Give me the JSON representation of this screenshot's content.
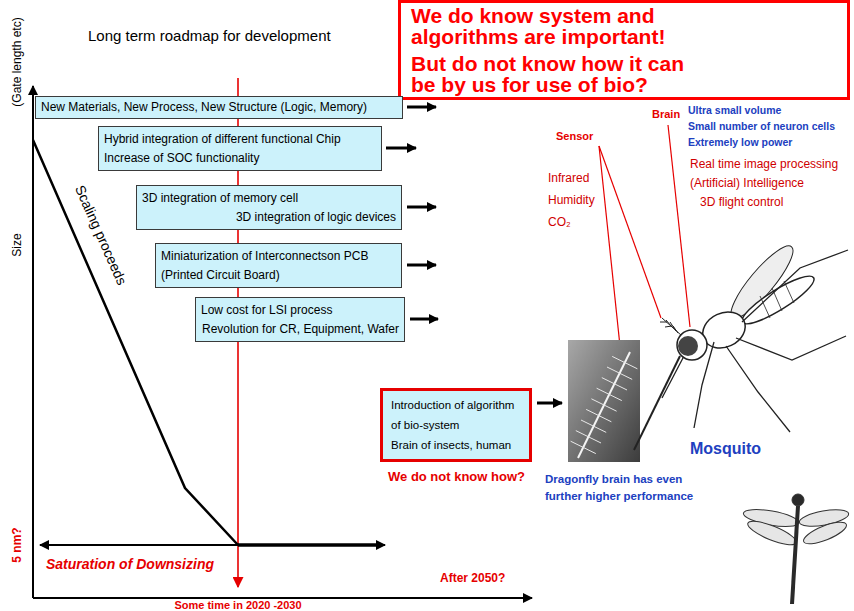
{
  "diagram": {
    "title": "Long term roadmap for development",
    "nodes": [
      {
        "text": [
          "We do know system and algorithms are important!",
          "But do not know how it can be by us for use of bio?"
        ]
      },
      {
        "text": [
          "New Materials, New Process, New Structure (Logic, Memory)"
        ]
      },
      {
        "text": [
          "Hybrid integration of different functional Chip",
          "Increase of SOC functionality"
        ]
      },
      {
        "text": [
          "3D integration of memory cell",
          "3D integration of logic devices"
        ]
      },
      {
        "text": [
          "Miniaturization of Interconnectson PCB",
          "(Printed Circuit Board)"
        ]
      },
      {
        "text": [
          "Low cost for LSI process",
          "Revolution for CR, Equipment, Wafer"
        ]
      },
      {
        "text": [
          "Introduction of algorithm of bio-system",
          "Brain of insects, human"
        ]
      }
    ],
    "labels": [
      "(Gate length etc)",
      "Size",
      "Scaling proceeds",
      "5 nm?",
      "Saturation of Downsizing",
      "Some time in 2020 -2030",
      "After 2050?",
      "We do not know how?",
      "Dragonfly brain has even further higher performance",
      "Sensor",
      "Brain",
      "Ultra small volume",
      "Small number of neuron cells",
      "Extremely low power",
      "Infrared",
      "Humidity",
      "CO₂",
      "Real time image processing",
      "(Artificial) Intelligence",
      "3D flight control",
      "Mosquito"
    ]
  }
}
